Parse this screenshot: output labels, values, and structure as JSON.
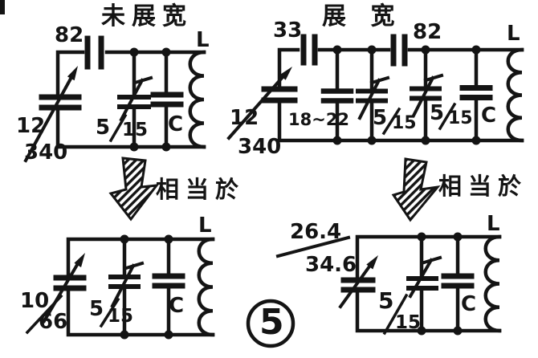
{
  "figure_number": "5",
  "colors": {
    "ink": "#141414",
    "paper": "#ffffff"
  },
  "equivalence": {
    "left_label": "相当於",
    "right_label": "相当於"
  },
  "top_left": {
    "title": "未展宽",
    "series_cap": "82",
    "inductor": "L",
    "main_min": "12",
    "main_max": "340",
    "trim_min": "5",
    "trim_max": "15",
    "fixed_cap": "C"
  },
  "top_right": {
    "title": "展 宽",
    "series_cap_1": "33",
    "series_cap_2": "82",
    "inductor": "L",
    "main_min": "12",
    "main_max": "340",
    "padder": "18~22",
    "trim1_min": "5",
    "trim1_max": "15",
    "trim2_min": "5",
    "trim2_max": "15",
    "fixed_cap": "C"
  },
  "bottom_left": {
    "inductor": "L",
    "main_min": "10",
    "main_max": "66",
    "trim_min": "5",
    "trim_max": "15",
    "fixed_cap": "C"
  },
  "bottom_right": {
    "inductor": "L",
    "main_min": "26.4",
    "main_max": "34.6",
    "trim_min": "5",
    "trim_max": "15",
    "fixed_cap": "C"
  }
}
